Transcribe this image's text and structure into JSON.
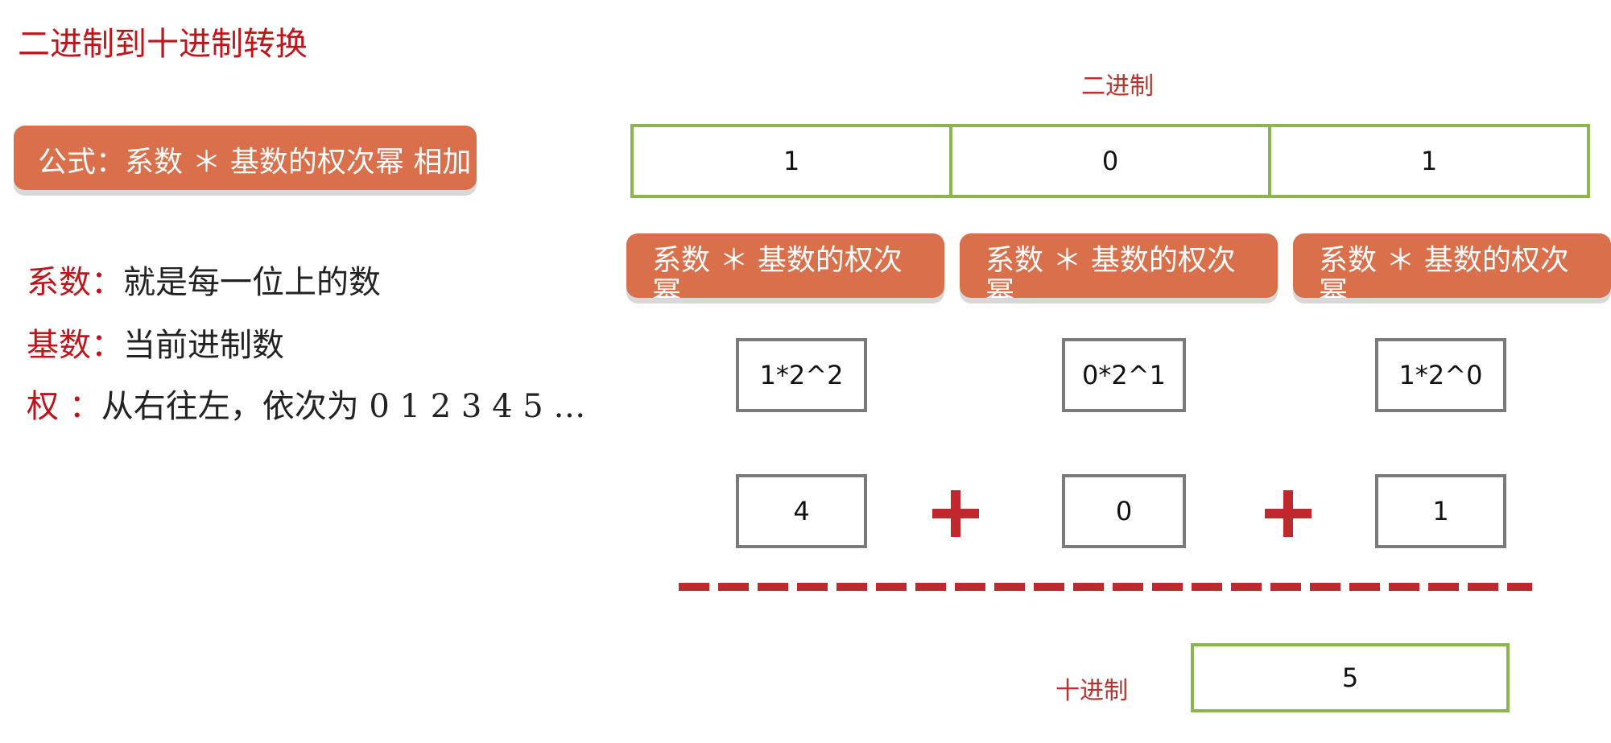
{
  "title": "二进制到十进制转换",
  "formula_label": "公式：系数 ＊ 基数的权次幂 相加",
  "definitions": {
    "coefficient": {
      "label": "系数：",
      "text": "就是每一位上的数"
    },
    "base": {
      "label": "基数：",
      "text": "当前进制数"
    },
    "weight": {
      "label": "权 ：",
      "text": "从右往左，依次为 0 1 2 3 4 5 …"
    }
  },
  "binary_label": "二进制",
  "binary_digits": [
    "1",
    "0",
    "1"
  ],
  "term_label": "系数 ＊ 基数的权次幂",
  "expressions": [
    "1*2^2",
    "0*2^1",
    "1*2^0"
  ],
  "results": [
    "4",
    "0",
    "1"
  ],
  "decimal_label": "十进制",
  "decimal_value": "5",
  "colors": {
    "accent_red": "#c0141b",
    "pill": "#d96f4b",
    "green_border": "#8db54f",
    "box_border": "#7a7a7a"
  }
}
